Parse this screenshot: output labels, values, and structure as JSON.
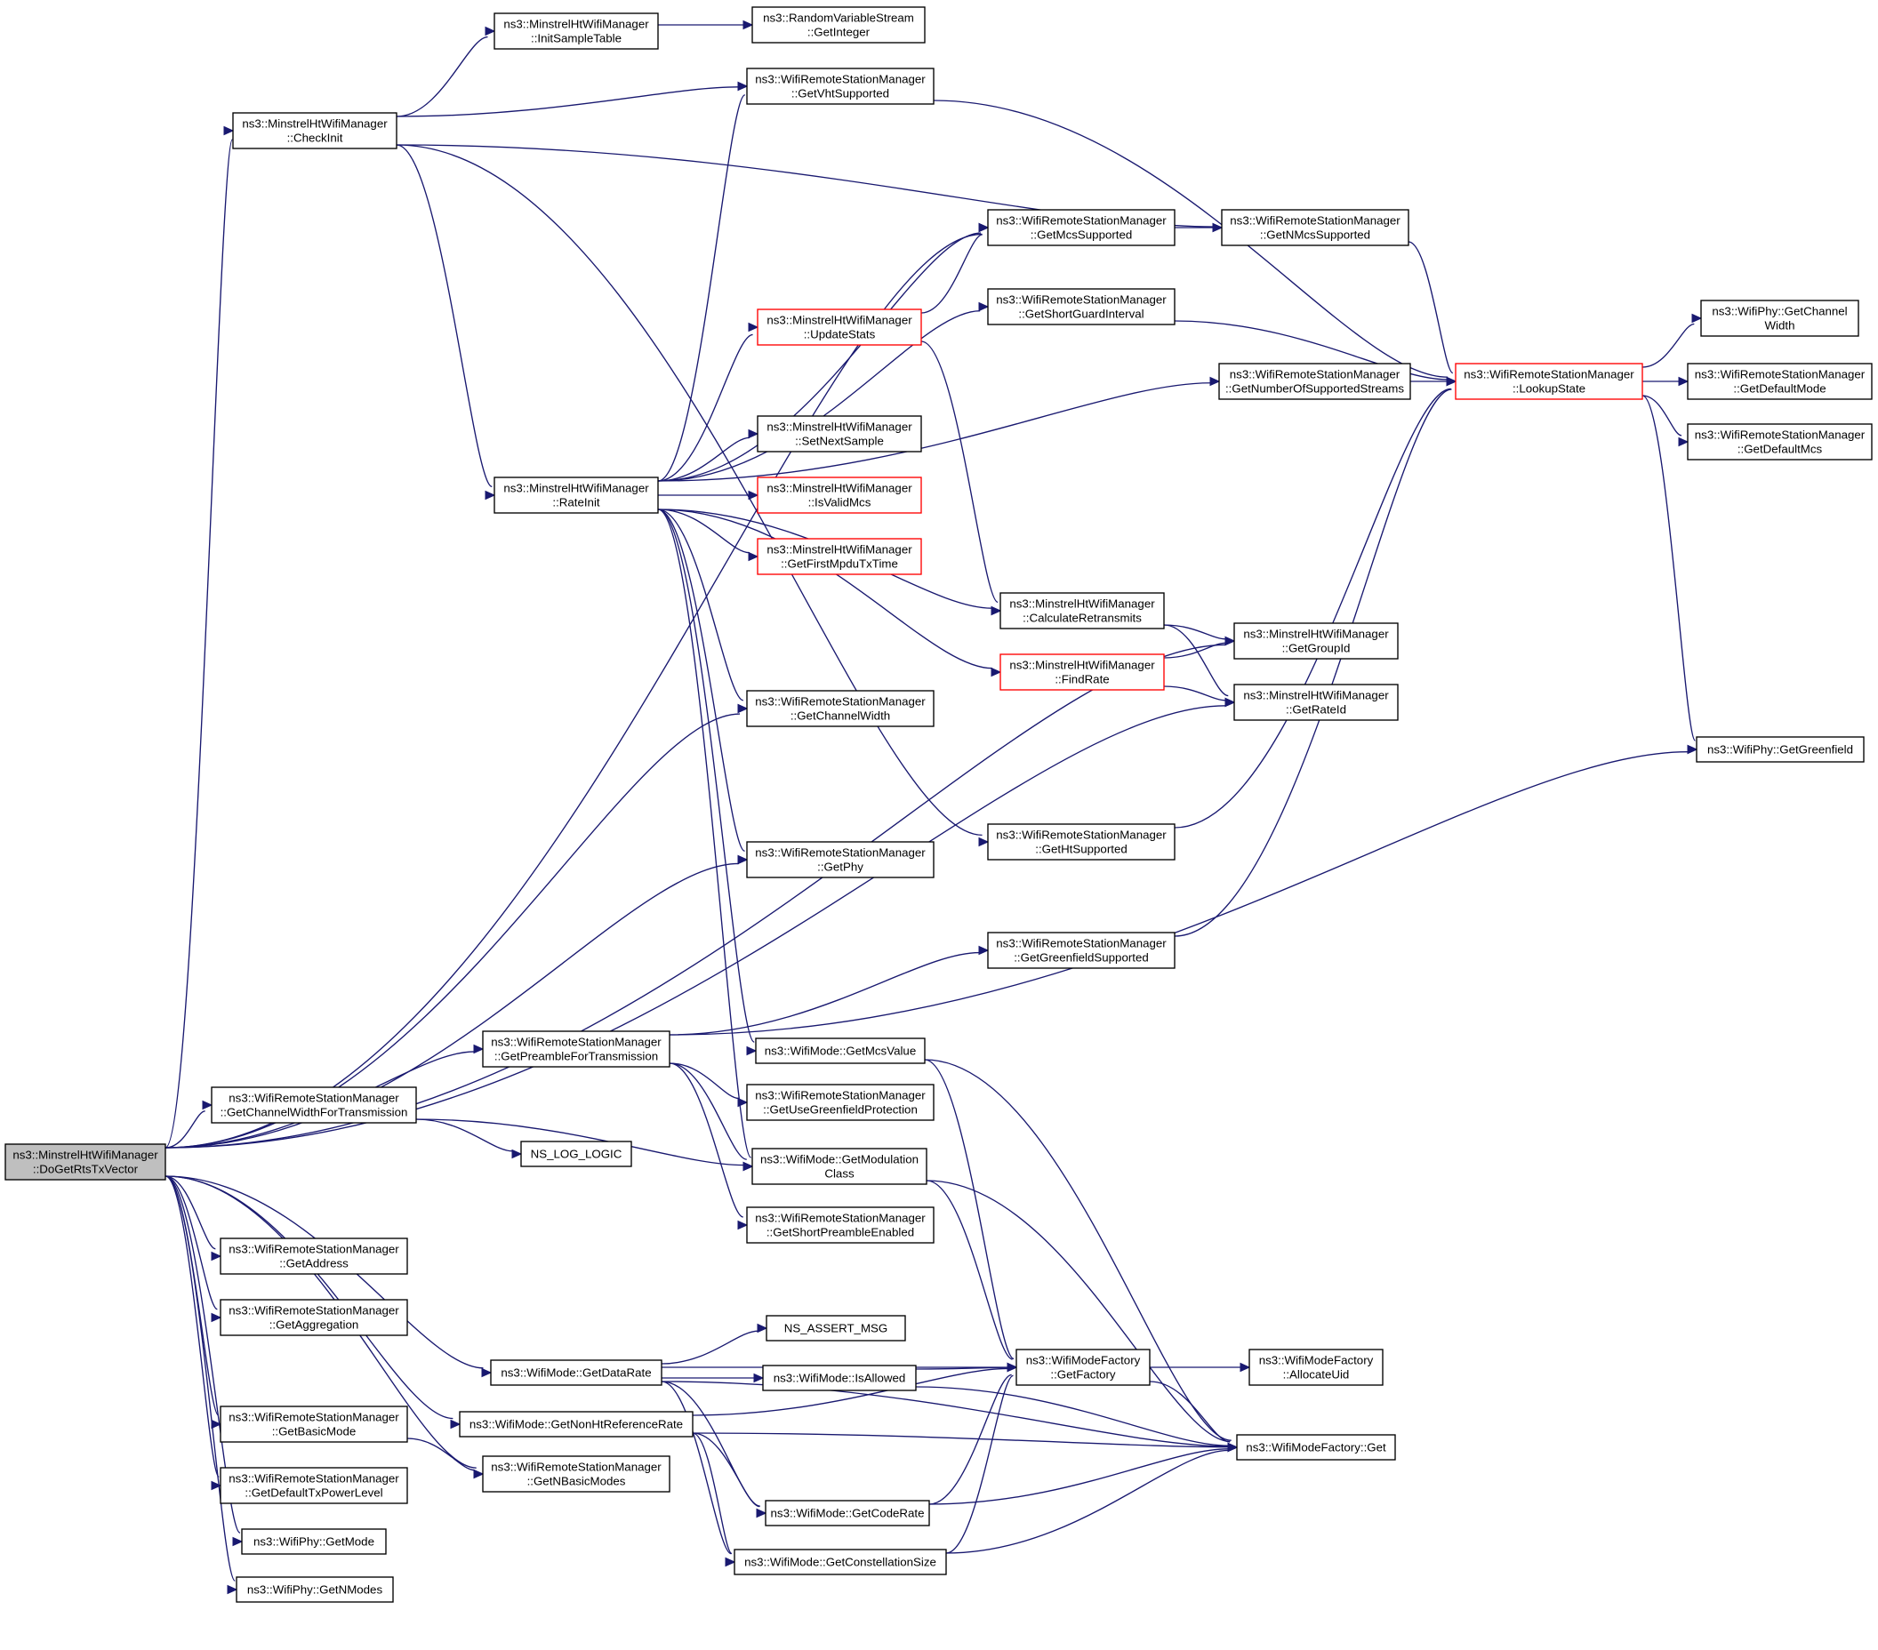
{
  "diagram": {
    "nodes": [
      {
        "id": "DoGetRtsTxVector",
        "lines": [
          "ns3::MinstrelHtWifiManager",
          "::DoGetRtsTxVector"
        ],
        "style": "root"
      },
      {
        "id": "CheckInit",
        "lines": [
          "ns3::MinstrelHtWifiManager",
          "::CheckInit"
        ]
      },
      {
        "id": "InitSampleTable",
        "lines": [
          "ns3::MinstrelHtWifiManager",
          "::InitSampleTable"
        ]
      },
      {
        "id": "GetInteger",
        "lines": [
          "ns3::RandomVariableStream",
          "::GetInteger"
        ]
      },
      {
        "id": "GetVhtSupported",
        "lines": [
          "ns3::WifiRemoteStationManager",
          "::GetVhtSupported"
        ]
      },
      {
        "id": "GetMcsSupported",
        "lines": [
          "ns3::WifiRemoteStationManager",
          "::GetMcsSupported"
        ]
      },
      {
        "id": "GetNMcsSupported",
        "lines": [
          "ns3::WifiRemoteStationManager",
          "::GetNMcsSupported"
        ]
      },
      {
        "id": "UpdateStats",
        "lines": [
          "ns3::MinstrelHtWifiManager",
          "::UpdateStats"
        ],
        "style": "red"
      },
      {
        "id": "GetShortGuardInterval",
        "lines": [
          "ns3::WifiRemoteStationManager",
          "::GetShortGuardInterval"
        ]
      },
      {
        "id": "GetNumberOfSupportedStreams",
        "lines": [
          "ns3::WifiRemoteStationManager",
          "::GetNumberOfSupportedStreams"
        ]
      },
      {
        "id": "LookupState",
        "lines": [
          "ns3::WifiRemoteStationManager",
          "::LookupState"
        ],
        "style": "red"
      },
      {
        "id": "GetChannelWidthPhy",
        "lines": [
          "ns3::WifiPhy::GetChannel",
          "Width"
        ]
      },
      {
        "id": "GetDefaultMode",
        "lines": [
          "ns3::WifiRemoteStationManager",
          "::GetDefaultMode"
        ]
      },
      {
        "id": "GetDefaultMcs",
        "lines": [
          "ns3::WifiRemoteStationManager",
          "::GetDefaultMcs"
        ]
      },
      {
        "id": "RateInit",
        "lines": [
          "ns3::MinstrelHtWifiManager",
          "::RateInit"
        ]
      },
      {
        "id": "SetNextSample",
        "lines": [
          "ns3::MinstrelHtWifiManager",
          "::SetNextSample"
        ]
      },
      {
        "id": "IsValidMcs",
        "lines": [
          "ns3::MinstrelHtWifiManager",
          "::IsValidMcs"
        ],
        "style": "red"
      },
      {
        "id": "GetFirstMpduTxTime",
        "lines": [
          "ns3::MinstrelHtWifiManager",
          "::GetFirstMpduTxTime"
        ],
        "style": "red"
      },
      {
        "id": "CalculateRetransmits",
        "lines": [
          "ns3::MinstrelHtWifiManager",
          "::CalculateRetransmits"
        ]
      },
      {
        "id": "FindRate",
        "lines": [
          "ns3::MinstrelHtWifiManager",
          "::FindRate"
        ],
        "style": "red"
      },
      {
        "id": "GetGroupId",
        "lines": [
          "ns3::MinstrelHtWifiManager",
          "::GetGroupId"
        ]
      },
      {
        "id": "GetRateId",
        "lines": [
          "ns3::MinstrelHtWifiManager",
          "::GetRateId"
        ]
      },
      {
        "id": "GetChannelWidth",
        "lines": [
          "ns3::WifiRemoteStationManager",
          "::GetChannelWidth"
        ]
      },
      {
        "id": "GetGreenfield",
        "lines": [
          "ns3::WifiPhy::GetGreenfield"
        ]
      },
      {
        "id": "GetHtSupported",
        "lines": [
          "ns3::WifiRemoteStationManager",
          "::GetHtSupported"
        ]
      },
      {
        "id": "GetPhy",
        "lines": [
          "ns3::WifiRemoteStationManager",
          "::GetPhy"
        ]
      },
      {
        "id": "GetGreenfieldSupported",
        "lines": [
          "ns3::WifiRemoteStationManager",
          "::GetGreenfieldSupported"
        ]
      },
      {
        "id": "GetPreambleForTransmission",
        "lines": [
          "ns3::WifiRemoteStationManager",
          "::GetPreambleForTransmission"
        ]
      },
      {
        "id": "GetMcsValue",
        "lines": [
          "ns3::WifiMode::GetMcsValue"
        ]
      },
      {
        "id": "GetUseGreenfieldProtection",
        "lines": [
          "ns3::WifiRemoteStationManager",
          "::GetUseGreenfieldProtection"
        ]
      },
      {
        "id": "GetChannelWidthForTransmission",
        "lines": [
          "ns3::WifiRemoteStationManager",
          "::GetChannelWidthForTransmission"
        ]
      },
      {
        "id": "NS_LOG_LOGIC",
        "lines": [
          "NS_LOG_LOGIC"
        ]
      },
      {
        "id": "GetModulationClass",
        "lines": [
          "ns3::WifiMode::GetModulation",
          "Class"
        ]
      },
      {
        "id": "GetShortPreambleEnabled",
        "lines": [
          "ns3::WifiRemoteStationManager",
          "::GetShortPreambleEnabled"
        ]
      },
      {
        "id": "GetAddress",
        "lines": [
          "ns3::WifiRemoteStationManager",
          "::GetAddress"
        ]
      },
      {
        "id": "GetAggregation",
        "lines": [
          "ns3::WifiRemoteStationManager",
          "::GetAggregation"
        ]
      },
      {
        "id": "NS_ASSERT_MSG",
        "lines": [
          "NS_ASSERT_MSG"
        ]
      },
      {
        "id": "GetDataRate",
        "lines": [
          "ns3::WifiMode::GetDataRate"
        ]
      },
      {
        "id": "IsAllowed",
        "lines": [
          "ns3::WifiMode::IsAllowed"
        ]
      },
      {
        "id": "GetFactory",
        "lines": [
          "ns3::WifiModeFactory",
          "::GetFactory"
        ]
      },
      {
        "id": "AllocateUid",
        "lines": [
          "ns3::WifiModeFactory",
          "::AllocateUid"
        ]
      },
      {
        "id": "GetBasicMode",
        "lines": [
          "ns3::WifiRemoteStationManager",
          "::GetBasicMode"
        ]
      },
      {
        "id": "GetNonHtReferenceRate",
        "lines": [
          "ns3::WifiMode::GetNonHtReferenceRate"
        ]
      },
      {
        "id": "Get",
        "lines": [
          "ns3::WifiModeFactory::Get"
        ]
      },
      {
        "id": "GetNBasicModes",
        "lines": [
          "ns3::WifiRemoteStationManager",
          "::GetNBasicModes"
        ]
      },
      {
        "id": "GetDefaultTxPowerLevel",
        "lines": [
          "ns3::WifiRemoteStationManager",
          "::GetDefaultTxPowerLevel"
        ]
      },
      {
        "id": "GetCodeRate",
        "lines": [
          "ns3::WifiMode::GetCodeRate"
        ]
      },
      {
        "id": "GetMode",
        "lines": [
          "ns3::WifiPhy::GetMode"
        ]
      },
      {
        "id": "GetConstellationSize",
        "lines": [
          "ns3::WifiMode::GetConstellationSize"
        ]
      },
      {
        "id": "GetNModes",
        "lines": [
          "ns3::WifiPhy::GetNModes"
        ]
      }
    ],
    "edges": [
      [
        "DoGetRtsTxVector",
        "CheckInit"
      ],
      [
        "DoGetRtsTxVector",
        "GetMcsSupported"
      ],
      [
        "DoGetRtsTxVector",
        "GetChannelWidth"
      ],
      [
        "DoGetRtsTxVector",
        "GetGroupId"
      ],
      [
        "DoGetRtsTxVector",
        "GetPhy"
      ],
      [
        "DoGetRtsTxVector",
        "GetRateId"
      ],
      [
        "DoGetRtsTxVector",
        "GetPreambleForTransmission"
      ],
      [
        "DoGetRtsTxVector",
        "GetChannelWidthForTransmission"
      ],
      [
        "DoGetRtsTxVector",
        "GetDataRate"
      ],
      [
        "DoGetRtsTxVector",
        "GetNonHtReferenceRate"
      ],
      [
        "DoGetRtsTxVector",
        "GetAddress"
      ],
      [
        "DoGetRtsTxVector",
        "GetAggregation"
      ],
      [
        "DoGetRtsTxVector",
        "GetBasicMode"
      ],
      [
        "DoGetRtsTxVector",
        "GetNBasicModes"
      ],
      [
        "DoGetRtsTxVector",
        "GetDefaultTxPowerLevel"
      ],
      [
        "DoGetRtsTxVector",
        "GetMode"
      ],
      [
        "DoGetRtsTxVector",
        "GetNModes"
      ],
      [
        "CheckInit",
        "InitSampleTable"
      ],
      [
        "CheckInit",
        "GetVhtSupported"
      ],
      [
        "CheckInit",
        "GetNMcsSupported"
      ],
      [
        "CheckInit",
        "RateInit"
      ],
      [
        "CheckInit",
        "GetHtSupported"
      ],
      [
        "InitSampleTable",
        "GetInteger"
      ],
      [
        "GetVhtSupported",
        "LookupState"
      ],
      [
        "GetMcsSupported",
        "GetNMcsSupported"
      ],
      [
        "GetNMcsSupported",
        "LookupState"
      ],
      [
        "GetShortGuardInterval",
        "LookupState"
      ],
      [
        "GetNumberOfSupportedStreams",
        "LookupState"
      ],
      [
        "GetHtSupported",
        "LookupState"
      ],
      [
        "GetGreenfieldSupported",
        "LookupState"
      ],
      [
        "LookupState",
        "GetChannelWidthPhy"
      ],
      [
        "LookupState",
        "GetDefaultMode"
      ],
      [
        "LookupState",
        "GetDefaultMcs"
      ],
      [
        "LookupState",
        "GetGreenfield"
      ],
      [
        "UpdateStats",
        "GetMcsSupported"
      ],
      [
        "UpdateStats",
        "CalculateRetransmits"
      ],
      [
        "RateInit",
        "GetVhtSupported"
      ],
      [
        "RateInit",
        "GetMcsSupported"
      ],
      [
        "RateInit",
        "GetShortGuardInterval"
      ],
      [
        "RateInit",
        "UpdateStats"
      ],
      [
        "RateInit",
        "GetNumberOfSupportedStreams"
      ],
      [
        "RateInit",
        "SetNextSample"
      ],
      [
        "RateInit",
        "IsValidMcs"
      ],
      [
        "RateInit",
        "GetFirstMpduTxTime"
      ],
      [
        "RateInit",
        "CalculateRetransmits"
      ],
      [
        "RateInit",
        "FindRate"
      ],
      [
        "RateInit",
        "GetChannelWidth"
      ],
      [
        "RateInit",
        "GetPhy"
      ],
      [
        "RateInit",
        "GetMcsValue"
      ],
      [
        "RateInit",
        "GetModulationClass"
      ],
      [
        "CalculateRetransmits",
        "GetGroupId"
      ],
      [
        "CalculateRetransmits",
        "GetRateId"
      ],
      [
        "FindRate",
        "GetGroupId"
      ],
      [
        "FindRate",
        "GetRateId"
      ],
      [
        "GetPreambleForTransmission",
        "GetGreenfieldSupported"
      ],
      [
        "GetPreambleForTransmission",
        "GetGreenfield"
      ],
      [
        "GetPreambleForTransmission",
        "GetUseGreenfieldProtection"
      ],
      [
        "GetPreambleForTransmission",
        "GetModulationClass"
      ],
      [
        "GetPreambleForTransmission",
        "GetShortPreambleEnabled"
      ],
      [
        "GetChannelWidthForTransmission",
        "NS_LOG_LOGIC"
      ],
      [
        "GetChannelWidthForTransmission",
        "GetModulationClass"
      ],
      [
        "GetMcsValue",
        "GetFactory"
      ],
      [
        "GetMcsValue",
        "Get"
      ],
      [
        "GetModulationClass",
        "GetFactory"
      ],
      [
        "GetModulationClass",
        "Get"
      ],
      [
        "GetDataRate",
        "NS_ASSERT_MSG"
      ],
      [
        "GetDataRate",
        "IsAllowed"
      ],
      [
        "GetDataRate",
        "GetFactory"
      ],
      [
        "GetDataRate",
        "Get"
      ],
      [
        "GetDataRate",
        "GetCodeRate"
      ],
      [
        "GetDataRate",
        "GetConstellationSize"
      ],
      [
        "IsAllowed",
        "GetFactory"
      ],
      [
        "IsAllowed",
        "Get"
      ],
      [
        "GetFactory",
        "AllocateUid"
      ],
      [
        "GetFactory",
        "Get"
      ],
      [
        "GetNonHtReferenceRate",
        "GetFactory"
      ],
      [
        "GetNonHtReferenceRate",
        "Get"
      ],
      [
        "GetNonHtReferenceRate",
        "GetCodeRate"
      ],
      [
        "GetNonHtReferenceRate",
        "GetConstellationSize"
      ],
      [
        "GetBasicMode",
        "GetNBasicModes"
      ],
      [
        "GetCodeRate",
        "GetFactory"
      ],
      [
        "GetCodeRate",
        "Get"
      ],
      [
        "GetConstellationSize",
        "GetFactory"
      ],
      [
        "GetConstellationSize",
        "Get"
      ]
    ]
  }
}
